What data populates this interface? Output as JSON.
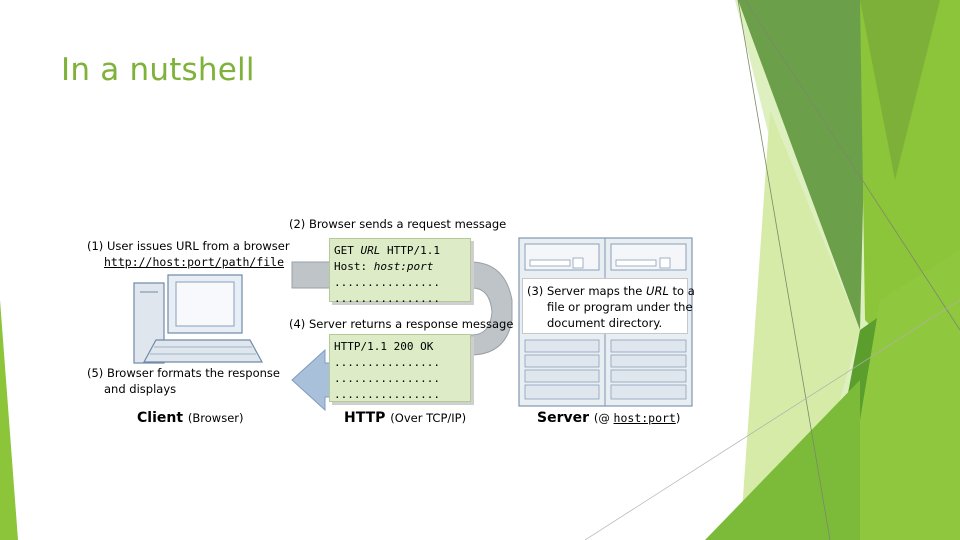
{
  "slide": {
    "title": "In a nutshell",
    "colors": {
      "accent": "#7fb23a",
      "dark_green": "#4e8a2a",
      "light_green": "#c6e08e",
      "note_fill": "#ddebc6",
      "arrow_fill": "#a8b8c8"
    }
  },
  "diagram": {
    "step1": {
      "label": "(1) User issues URL from a browser",
      "url": "http://host:port/path/file"
    },
    "step2": {
      "label": "(2) Browser sends a request message"
    },
    "request": {
      "line1": "GET URL HTTP/1.1",
      "line1_method": "GET ",
      "line1_url": "URL",
      "line1_version": " HTTP/1.1",
      "line2_key": "Host: ",
      "line2_val": "host:port",
      "line3": "................",
      "line4": "................"
    },
    "step3": {
      "line1_a": "(3) Server maps the ",
      "line1_url": "URL",
      "line1_b": " to a",
      "line2": "file or program under the",
      "line3": "document directory."
    },
    "step4": {
      "label": "(4) Server returns a response message"
    },
    "response": {
      "line1": "HTTP/1.1 200 OK",
      "line2": "................",
      "line3": "................",
      "line4": "................"
    },
    "step5": {
      "line1": "(5) Browser formats the response",
      "line2": "and displays"
    },
    "client_caption": {
      "main": "Client",
      "sub": "(Browser)"
    },
    "http_caption": {
      "main": "HTTP",
      "sub": "(Over TCP/IP)"
    },
    "server_caption": {
      "main": "Server",
      "sub_a": "(@ ",
      "sub_host": "host:port",
      "sub_b": ")"
    }
  }
}
